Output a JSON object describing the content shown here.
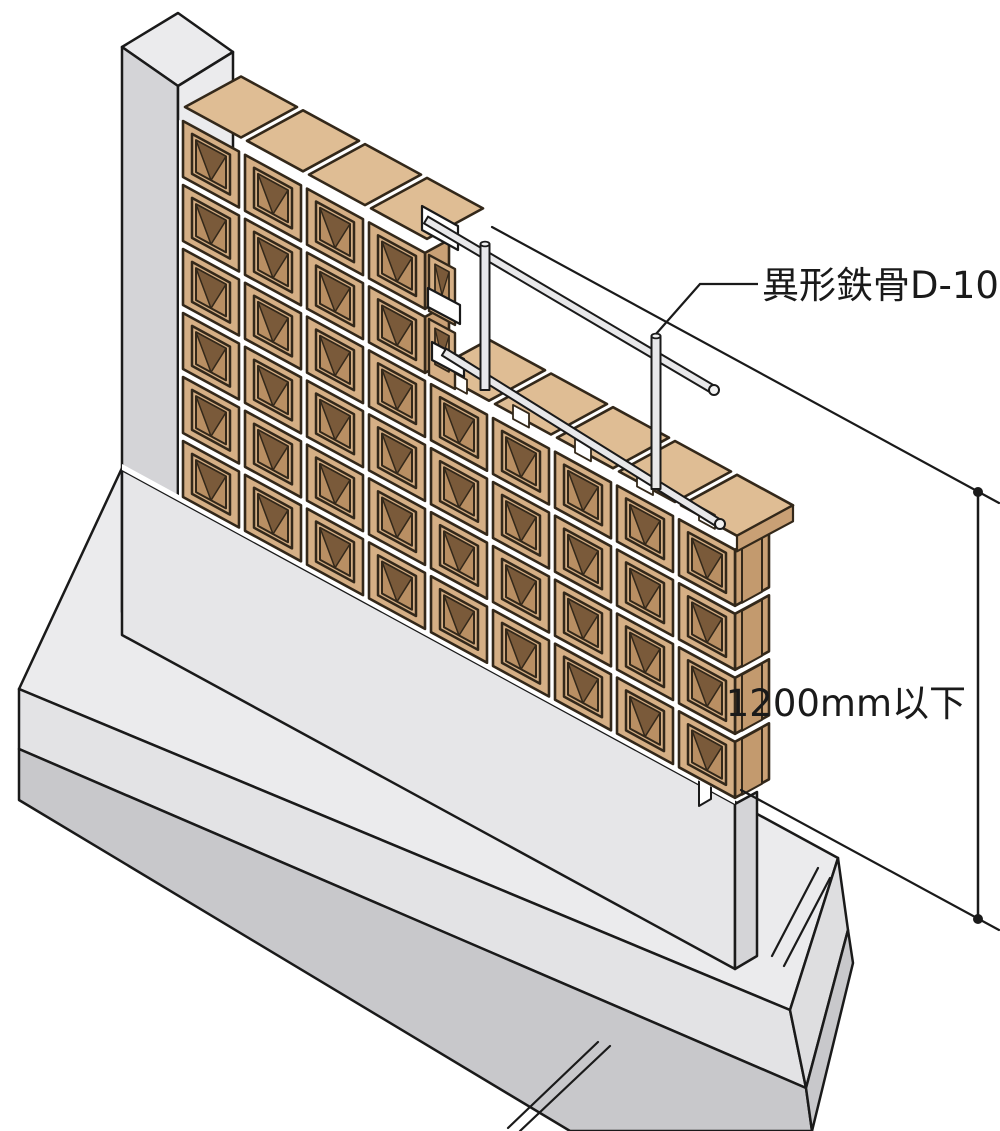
{
  "diagram": {
    "type": "isometric-construction-detail",
    "labels": {
      "rebar": "異形鉄骨D-10",
      "dimension": "1200mm以下"
    },
    "structure": {
      "tall_section": {
        "columns": 4,
        "courses": 6
      },
      "short_section": {
        "columns": 5,
        "courses": 4
      },
      "vertical_rebars": 2,
      "horizontal_rebars": 2
    },
    "colors": {
      "background": "#FFFFFF",
      "outline": "#1A1A1A",
      "block_outline": "#33281A",
      "block_face": "#D5AF85",
      "block_top": "#DFBD94",
      "block_side": "#C9A075",
      "block_side_recess": "#C39A6E",
      "block_interior": "#B98F63",
      "block_hole_shadow": "#7A5A3A",
      "concrete_top": "#EBEBED",
      "concrete_front": "#E3E3E5",
      "concrete_face": "#E6E6E8",
      "concrete_side": "#D4D4D7",
      "concrete_dark": "#C8C8CB",
      "concrete_end": "#DEDEE0",
      "rebar_fill": "#E8E8EA",
      "rebar_cap": "#F2F2F2",
      "mortar": "#FFFFFF",
      "text": "#1A1A1A"
    }
  }
}
